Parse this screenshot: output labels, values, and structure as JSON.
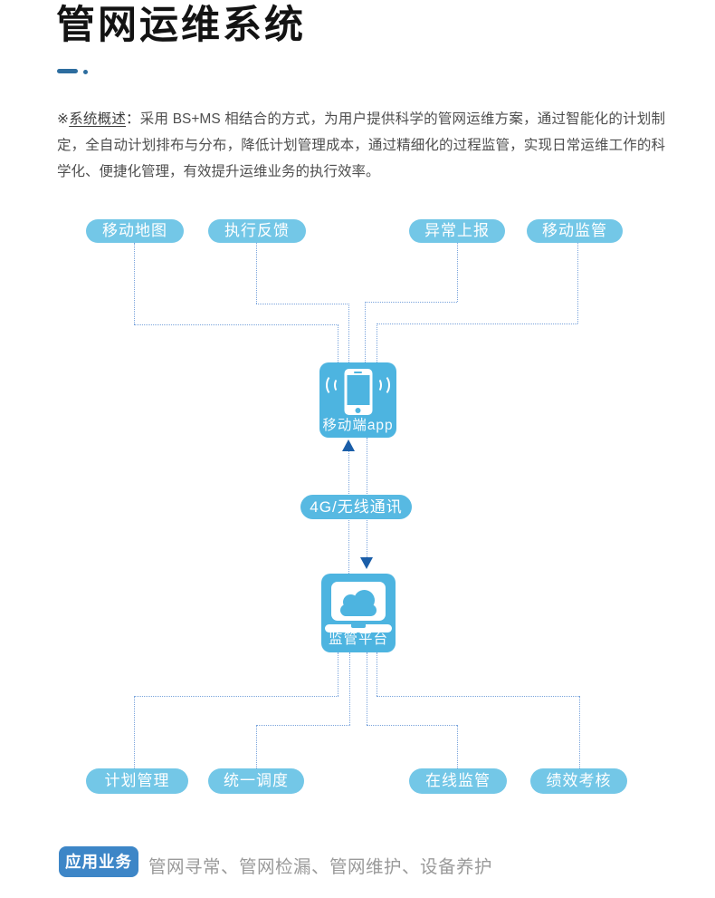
{
  "page_title": "管网运维系统",
  "overview": {
    "marker": "※",
    "lead": "系统概述",
    "colon": "：",
    "body": "采用 BS+MS 相结合的方式，为用户提供科学的管网运维方案，通过智能化的计划制定，全自动计划排布与分布，降低计划管理成本，通过精细化的过程监管，实现日常运维工作的科学化、便捷化管理，有效提升运维业务的执行效率。"
  },
  "diagram": {
    "top_nodes": [
      {
        "label": "移动地图"
      },
      {
        "label": "执行反馈"
      },
      {
        "label": "异常上报"
      },
      {
        "label": "移动监管"
      }
    ],
    "mobile_box": {
      "label": "移动端app",
      "icon": "smartphone-signal-icon"
    },
    "link_label": "4G/无线通讯",
    "platform_box": {
      "label": "监管平台",
      "icon": "cloud-laptop-icon"
    },
    "bottom_nodes": [
      {
        "label": "计划管理"
      },
      {
        "label": "统一调度"
      },
      {
        "label": "在线监管"
      },
      {
        "label": "绩效考核"
      }
    ]
  },
  "footer": {
    "badge": "应用业务",
    "items": "管网寻常、管网检漏、管网维护、设备养护"
  },
  "colors": {
    "node_fill": "#73C7E7",
    "box_fill": "#4DB4E0",
    "connector": "#7AA4DC",
    "arrow": "#1A5EA8",
    "badge_fill": "#3D86C7",
    "accent_dash": "#2D6D9F"
  }
}
